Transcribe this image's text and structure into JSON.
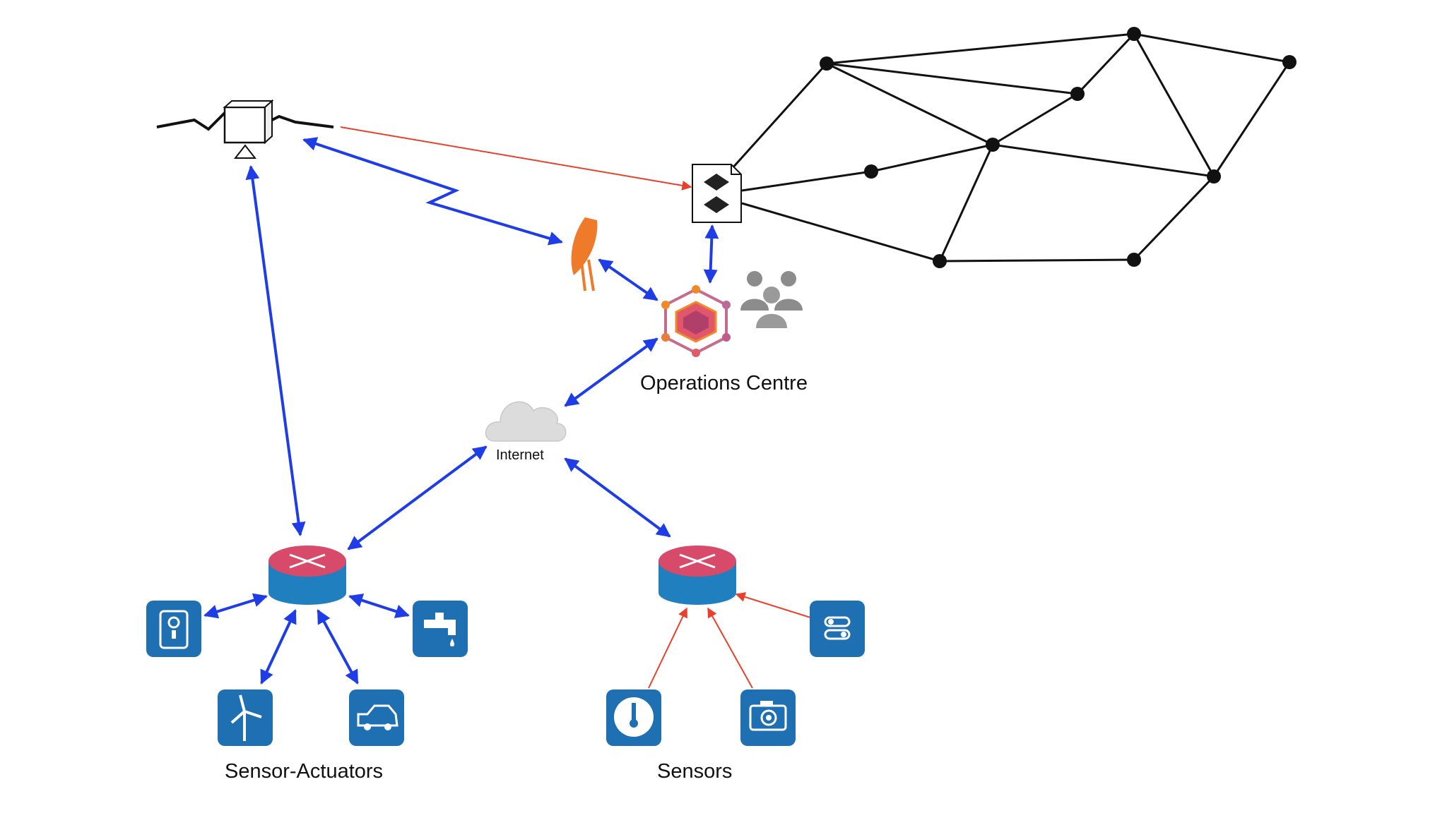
{
  "labels": {
    "operations_centre": "Operations Centre",
    "internet": "Internet",
    "sensor_actuators": "Sensor-Actuators",
    "sensors": "Sensors"
  },
  "colors": {
    "link_bidirectional": "#1f3de6",
    "link_oneway": "#e8402a",
    "device_tile": "#1f6fb3",
    "router_top": "#d84a6a",
    "router_body": "#1f7fbf",
    "dish": "#ee7a2a",
    "mesh": "#111111"
  },
  "icons": {
    "satellite": "satellite-icon",
    "ground_station": "satellite-dish-icon",
    "blockchain_gateway": "blockchain-document-icon",
    "ops_hub": "hexagon-network-icon",
    "operators": "user-group-icon",
    "internet": "cloud-icon",
    "routers": "router-icon",
    "actuators": [
      "door-lock-icon",
      "water-tap-icon",
      "wind-turbine-icon",
      "car-icon"
    ],
    "sensors": [
      "switch-sensor-icon",
      "thermometer-gauge-icon",
      "camera-icon"
    ]
  }
}
